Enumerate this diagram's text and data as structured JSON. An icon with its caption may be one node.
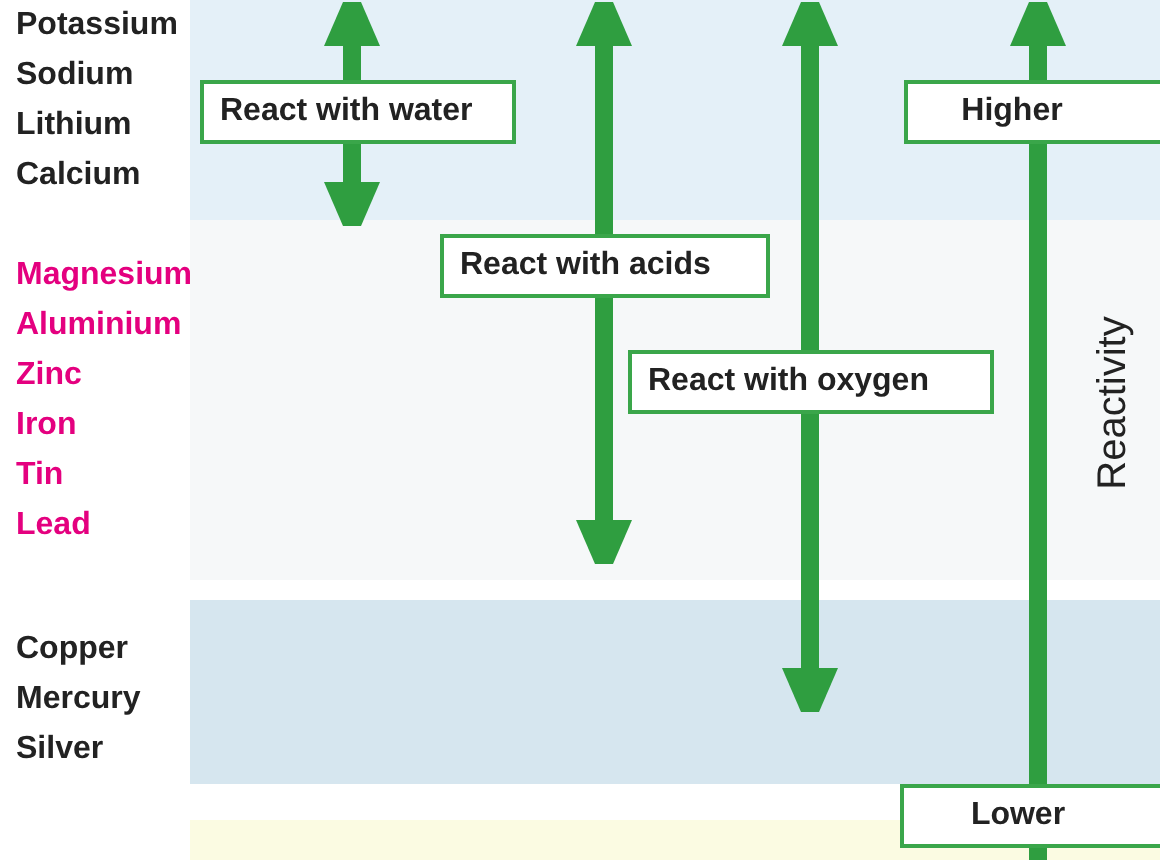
{
  "diagram": {
    "nodes": [
      {
        "text": [
          "React with water"
        ]
      },
      {
        "text": [
          "React with acids"
        ]
      },
      {
        "text": [
          "React with oxygen"
        ]
      },
      {
        "text": [
          "Higher"
        ]
      },
      {
        "text": [
          "Lower"
        ]
      }
    ],
    "edges": [
      {
        "from": 0,
        "to": null,
        "arrow": "to"
      },
      {
        "from": 0,
        "to": null,
        "arrow": "to"
      },
      {
        "from": 1,
        "to": null,
        "arrow": "to"
      },
      {
        "from": 1,
        "to": null,
        "arrow": "to"
      },
      {
        "from": 2,
        "to": null,
        "arrow": "to"
      },
      {
        "from": 2,
        "to": null,
        "arrow": "to"
      },
      {
        "from": 3,
        "to": null,
        "arrow": "to"
      },
      {
        "from": 3,
        "to": 4,
        "arrow": "none"
      },
      {
        "from": 4,
        "to": null,
        "arrow": "none"
      }
    ],
    "labels": [
      "Potassium",
      "Sodium",
      "Lithium",
      "Calcium",
      "Magnesium",
      "Aluminium",
      "Zinc",
      "Iron",
      "Tin",
      "Lead",
      "Copper",
      "Mercury",
      "Silver",
      "Reactivity"
    ]
  }
}
